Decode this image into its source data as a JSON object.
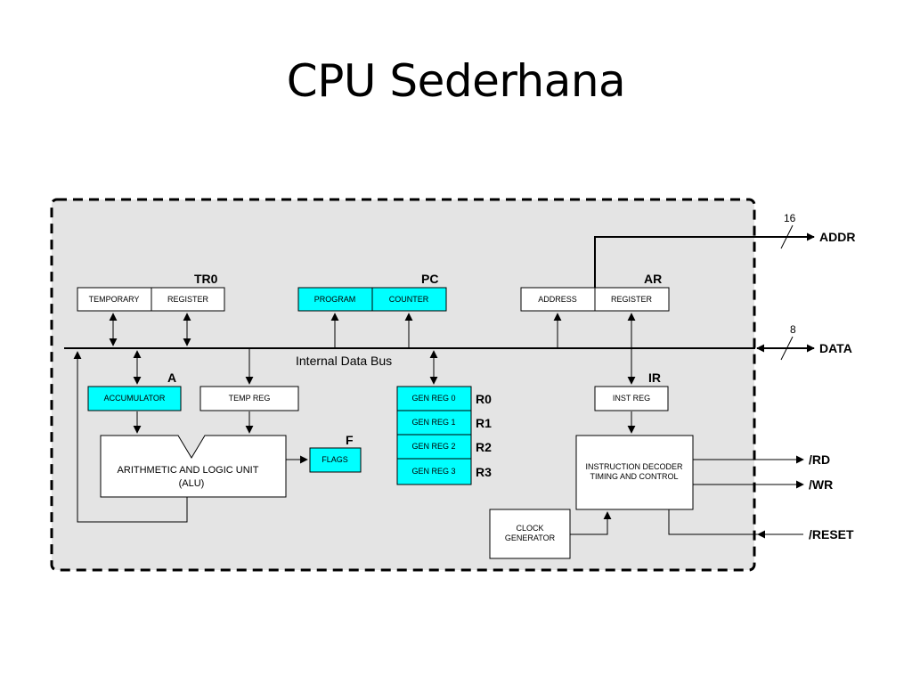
{
  "slide": {
    "title": "CPU Sederhana"
  },
  "colors": {
    "cyan": "#00ffff",
    "panel": "#e4e4e4",
    "line": "#000000",
    "box": "#ffffff"
  },
  "diagram": {
    "bus_label": "Internal Data Bus",
    "registers": {
      "tr0": {
        "name": "TR0",
        "left": "TEMPORARY",
        "right": "REGISTER"
      },
      "pc": {
        "name": "PC",
        "left": "PROGRAM",
        "right": "COUNTER"
      },
      "ar": {
        "name": "AR",
        "left": "ADDRESS",
        "right": "REGISTER"
      }
    },
    "accumulator": {
      "name": "A",
      "label": "ACCUMULATOR"
    },
    "temp_reg": {
      "label": "TEMP REG"
    },
    "alu": {
      "line1": "ARITHMETIC AND LOGIC UNIT",
      "line2": "(ALU)"
    },
    "flags": {
      "name": "F",
      "label": "FLAGS"
    },
    "gen_regs": [
      {
        "label": "GEN REG 0",
        "name": "R0"
      },
      {
        "label": "GEN REG 1",
        "name": "R1"
      },
      {
        "label": "GEN REG 2",
        "name": "R2"
      },
      {
        "label": "GEN REG 3",
        "name": "R3"
      }
    ],
    "inst_reg": {
      "name": "IR",
      "label": "INST REG"
    },
    "decoder": {
      "line1": "INSTRUCTION DECODER",
      "line2": "TIMING AND CONTROL"
    },
    "clock": {
      "line1": "CLOCK",
      "line2": "GENERATOR"
    },
    "signals": {
      "addr": "ADDR",
      "addr_width": "16",
      "data": "DATA",
      "data_width": "8",
      "rd": "/RD",
      "wr": "/WR",
      "reset": "/RESET"
    }
  }
}
